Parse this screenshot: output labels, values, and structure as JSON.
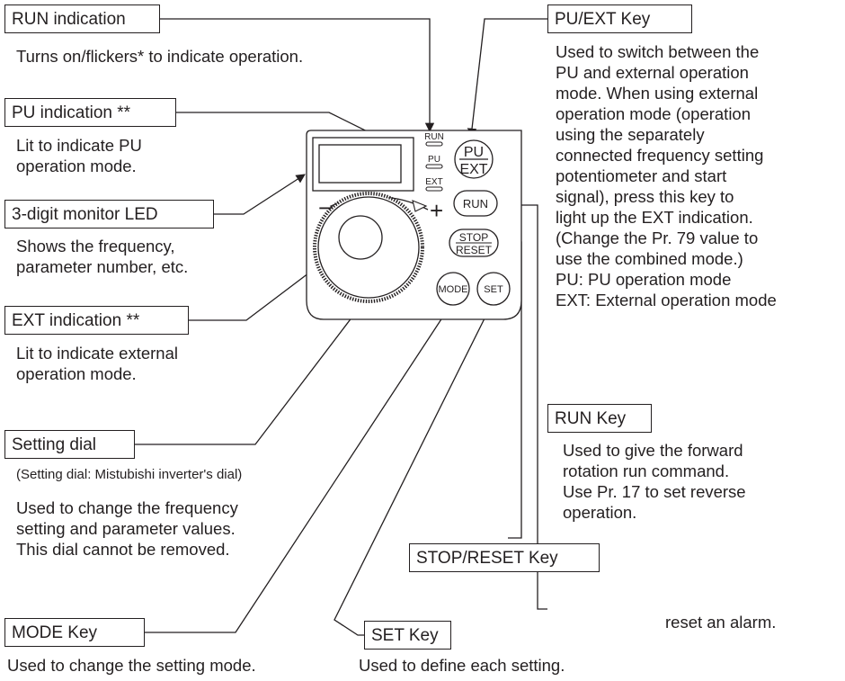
{
  "callouts": {
    "run_indication": {
      "label": "RUN indication",
      "description": "Turns on/flickers* to indicate operation."
    },
    "pu_indication": {
      "label": "PU indication **",
      "description": "Lit to indicate PU\noperation mode."
    },
    "monitor_led": {
      "label": "3-digit monitor LED",
      "description": "Shows the frequency,\nparameter number, etc."
    },
    "ext_indication": {
      "label": "EXT indication **",
      "description": "Lit to indicate external\noperation mode."
    },
    "setting_dial": {
      "label": "Setting dial",
      "note": "(Setting dial: Mistubishi inverter's dial)",
      "description": "Used to change the frequency\nsetting and parameter values.\nThis dial cannot be removed."
    },
    "mode_key": {
      "label": "MODE Key",
      "description": "Used to change the setting mode."
    },
    "pu_ext_key": {
      "label": "PU/EXT Key",
      "description": "Used to switch between the\nPU and external operation\nmode. When using external\noperation mode (operation\nusing the separately\nconnected frequency setting\npotentiometer and start\nsignal), press this key to\nlight up the EXT indication.\n(Change the Pr. 79 value to\nuse the combined mode.)\nPU: PU operation mode\nEXT: External operation mode"
    },
    "run_key": {
      "label": "RUN Key",
      "description": "Used to give the forward\nrotation run command.\nUse Pr. 17 to set reverse\noperation."
    },
    "stop_reset_key": {
      "label": "STOP/RESET Key",
      "description": "reset an alarm."
    },
    "set_key": {
      "label": "SET Key",
      "description": "Used to define each setting."
    }
  },
  "panel": {
    "indicators": {
      "run": "RUN",
      "pu": "PU",
      "ext": "EXT"
    },
    "keys": {
      "pu_top": "PU",
      "pu_bottom": "EXT",
      "run": "RUN",
      "stop_top": "STOP",
      "stop_bottom": "RESET",
      "mode": "MODE",
      "set": "SET"
    },
    "dial_minus": "−",
    "dial_plus": "+"
  }
}
